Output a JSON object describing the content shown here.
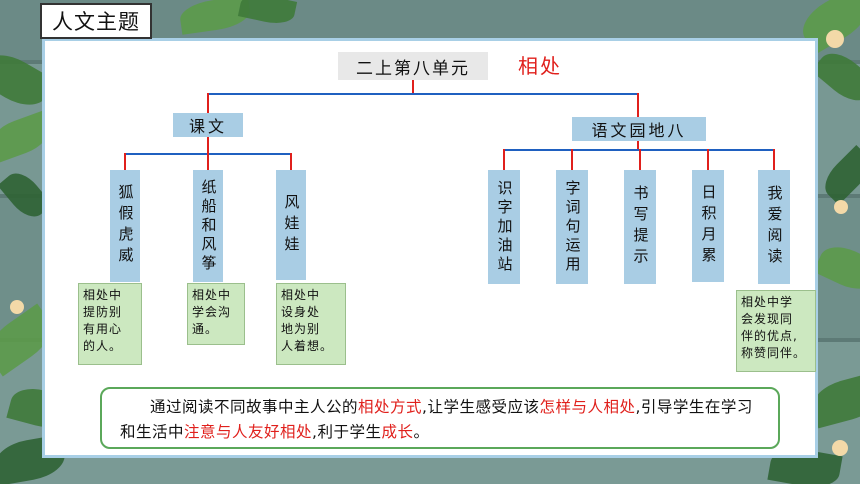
{
  "tag": "人文主题",
  "unit_title": "二上第八单元",
  "theme_word": "相处",
  "categories": {
    "left": "课文",
    "right": "语文园地八"
  },
  "lessons": [
    "狐假虎威",
    "纸船和风筝",
    "风娃娃"
  ],
  "garden_items": [
    "识字加油站",
    "字词句运用",
    "书写提示",
    "日积月累",
    "我爱阅读"
  ],
  "notes": {
    "fox": [
      "相处中",
      "提防别",
      "有用心",
      "的人。"
    ],
    "boat": [
      "相处中",
      "学会沟",
      "通。"
    ],
    "wind": [
      "相处中",
      "设身处",
      "地为别",
      "人着想。"
    ],
    "reading": [
      "相处中学",
      "会发现同",
      "伴的优点,",
      "称赞同伴。"
    ]
  },
  "summary": {
    "p1": "通过阅读不同故事中主人公的",
    "h1": "相处方式",
    "p2": ",让学生感受应该",
    "h2": "怎样与人相处",
    "p3": ",引导学生在学习和生活中",
    "h3": "注意与人友好相处",
    "p4": ",利于学生",
    "h4": "成长",
    "p5": "。"
  },
  "colors": {
    "accent_red": "#e0201c",
    "connector_blue": "#1f60c0",
    "box_blue": "#a9cde4",
    "note_green": "#cce8c0",
    "background_wood": "#6f8f8a"
  }
}
